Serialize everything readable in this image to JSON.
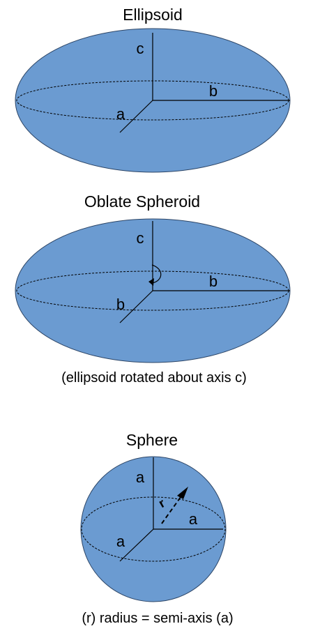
{
  "colors": {
    "body_fill": "#6b9bd1",
    "body_stroke": "#2c4566",
    "line": "#000000",
    "background": "#ffffff"
  },
  "ellipsoid": {
    "title": "Ellipsoid",
    "label_c": "c",
    "label_b": "b",
    "label_a": "a"
  },
  "oblate": {
    "title": "Oblate Spheroid",
    "label_c": "c",
    "label_b_horizontal": "b",
    "label_b_diagonal": "b",
    "caption": "(ellipsoid rotated about axis c)"
  },
  "sphere": {
    "title": "Sphere",
    "label_a_vertical": "a",
    "label_r": "r",
    "label_a_horizontal": "a",
    "label_a_diagonal": "a",
    "caption": "(r) radius = semi-axis (a)"
  }
}
